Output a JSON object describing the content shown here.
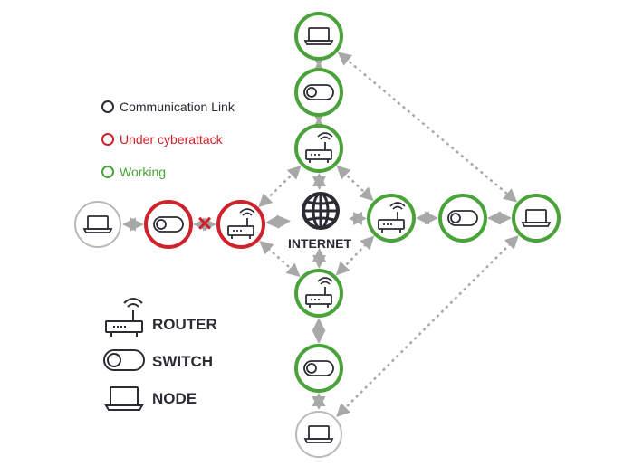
{
  "colors": {
    "communication": "#2b2b33",
    "attack": "#d0222a",
    "working": "#4aa33a",
    "neutral": "#b9b9b9",
    "arrow": "#a8a8a8",
    "icon": "#2b2b33"
  },
  "status_legend": {
    "communication_link": "Communication Link",
    "under_attack": "Under cyberattack",
    "working": "Working"
  },
  "device_legend": {
    "router": "ROUTER",
    "switch": "SWITCH",
    "node": "NODE"
  },
  "center": {
    "label": "INTERNET",
    "icon": "globe-icon"
  },
  "blocked_marker": "×",
  "nodes": [
    {
      "id": "top-node",
      "type": "node",
      "status": "working"
    },
    {
      "id": "top-switch",
      "type": "switch",
      "status": "working"
    },
    {
      "id": "top-router",
      "type": "router",
      "status": "working"
    },
    {
      "id": "left-node",
      "type": "node",
      "status": "neutral"
    },
    {
      "id": "left-switch",
      "type": "switch",
      "status": "attack"
    },
    {
      "id": "left-router",
      "type": "router",
      "status": "attack"
    },
    {
      "id": "right-router",
      "type": "router",
      "status": "working"
    },
    {
      "id": "right-switch",
      "type": "switch",
      "status": "working"
    },
    {
      "id": "right-node",
      "type": "node",
      "status": "working"
    },
    {
      "id": "bottom-router",
      "type": "router",
      "status": "working"
    },
    {
      "id": "bottom-switch",
      "type": "switch",
      "status": "working"
    },
    {
      "id": "bottom-node",
      "type": "node",
      "status": "neutral"
    }
  ]
}
